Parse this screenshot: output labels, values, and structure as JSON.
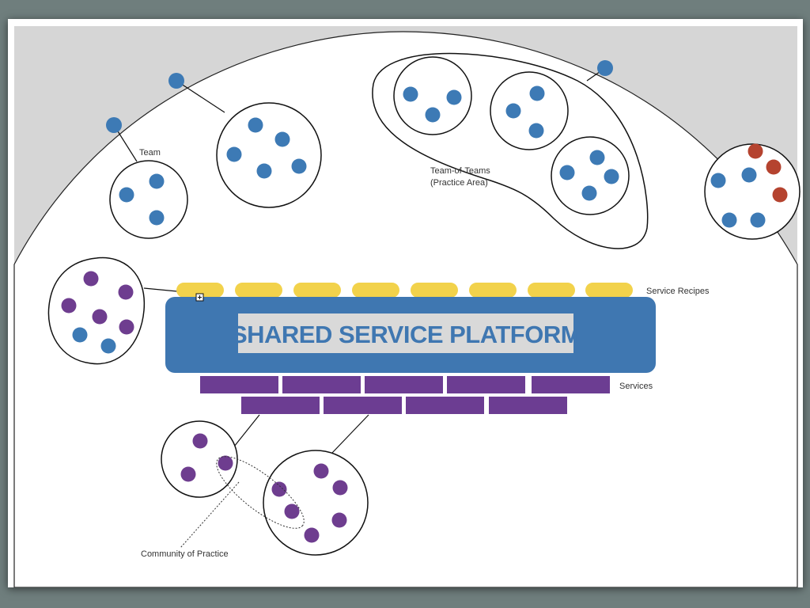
{
  "platform": {
    "title": "SHARED SERVICE PLATFORM",
    "color": "#3f77b1"
  },
  "labels": {
    "team": "Team",
    "team_of_teams_line1": "Team-of-Teams",
    "team_of_teams_line2": "(Practice Area)",
    "service_recipes": "Service Recipes",
    "services": "Services",
    "community_of_practice": "Community of Practice"
  },
  "colors": {
    "background": "#6f7e7d",
    "sky": "#d6d6d6",
    "team_member": "#3d7ab5",
    "service_member": "#6e3d8f",
    "external_member": "#b5432f",
    "recipe": "#f2d24b",
    "service": "#6c3d92"
  },
  "icons": {
    "expand_handle": "plus-square-icon"
  }
}
